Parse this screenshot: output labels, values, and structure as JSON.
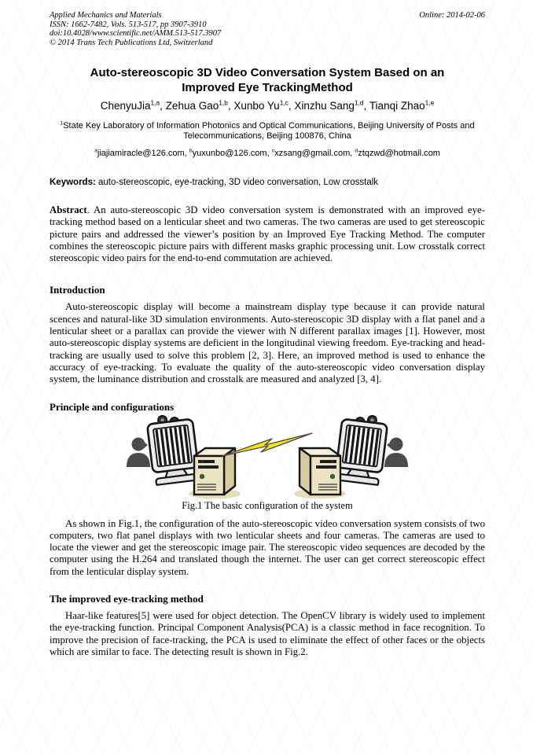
{
  "header": {
    "journal": "Applied Mechanics and Materials",
    "online": "Online: 2014-02-06",
    "issn": "ISSN: 1662-7482, Vols. 513-517, pp 3907-3910",
    "doi": "doi:10.4028/www.scientific.net/AMM.513-517.3907",
    "copyright": "© 2014 Trans Tech Publications Ltd, Switzerland"
  },
  "title": {
    "line1": "Auto-stereoscopic 3D Video Conversation System Based on an",
    "line2": "Improved Eye TrackingMethod"
  },
  "authors": [
    {
      "name": "ChenyuJia",
      "sup": "1,a",
      "sep": ", "
    },
    {
      "name": "Zehua Gao",
      "sup": "1,b",
      "sep": ", "
    },
    {
      "name": "Xunbo Yu",
      "sup": "1,c",
      "sep": ", "
    },
    {
      "name": "Xinzhu Sang",
      "sup": "1,d",
      "sep": ", "
    },
    {
      "name": "Tianqi Zhao",
      "sup": "1,e",
      "sep": ""
    }
  ],
  "affiliation": {
    "sup": "1",
    "text": "State Key Laboratory of Information Photonics and Optical Communications, Beijing University of Posts and Telecommunications, Beijing 100876, China"
  },
  "emails": [
    {
      "sup": "a",
      "text": "jiajiamiracle@126.com",
      "sep": ", "
    },
    {
      "sup": "b",
      "text": "yuxunbo@126.com",
      "sep": ", "
    },
    {
      "sup": "c",
      "text": "xzsang@gmail.com",
      "sep": ", "
    },
    {
      "sup": "d",
      "text": "ztqzwd@hotmail.com",
      "sep": ""
    }
  ],
  "keywords": {
    "label": "Keywords:",
    "text": " auto-stereoscopic, eye-tracking, 3D video conversation, Low crosstalk"
  },
  "abstract": {
    "label": "Abstract",
    "text": ". An auto-stereoscopic 3D video conversation system is demonstrated with an improved eye-tracking method based on a lenticular sheet and two cameras. The two cameras are used to get stereoscopic picture pairs and addressed the viewer’s position by an Improved Eye Tracking Method. The computer combines the stereoscopic picture pairs with different masks graphic processing unit. Low crosstalk correct stereoscopic video pairs for the end-to-end commutation are achieved."
  },
  "sections": {
    "introduction": {
      "heading": "Introduction",
      "body": "Auto-stereoscopic display will become a mainstream display type because it can provide natural scences and natural-like 3D simulation environments. Auto-stereoscopic 3D display with a flat panel and a lenticular sheet or a parallax can provide the viewer with N different parallax images [1]. However, most auto-stereoscopic display systems are deficient in the longitudinal viewing freedom. Eye-tracking and head-tracking are usually used to solve this problem [2, 3]. Here, an improved method is used to enhance the accuracy of eye-tracking. To evaluate the quality of the auto-stereoscopic video conversation display system, the luminance distribution and crosstalk are measured and analyzed [3, 4]."
    },
    "principle": {
      "heading": "Principle and configurations",
      "figure_caption": "Fig.1 The basic configuration of the system",
      "body": "As shown in Fig.1, the configuration of the auto-stereoscopic video conversation system consists of two computers, two flat panel displays with two lenticular sheets and four cameras. The cameras are used to locate the viewer and get the stereoscopic image pair. The stereoscopic video sequences are decoded by the computer using the H.264 and translated though the internet. The user can get correct stereoscopic effect from the lenticular display system."
    },
    "eyetracking": {
      "heading": "The improved eye-tracking method",
      "body": "Haar-like features[5] were used for object detection. The OpenCV library is widely used to implement the eye-tracking function. Principal Component Analysis(PCA) is a classic method in face recognition. To improve the precision of face-tracking, the PCA is used to eliminate the effect of other faces or the objects which are similar to face. The detecting result is shown in Fig.2."
    }
  },
  "figure_colors": {
    "bolt": "#f6e90c",
    "tower_front": "#ece3c2",
    "tower_side": "#d8cb9e",
    "tower_top": "#f6f0dc",
    "silhouette": "#4b4b4b",
    "monitor_frame": "#efefef"
  }
}
